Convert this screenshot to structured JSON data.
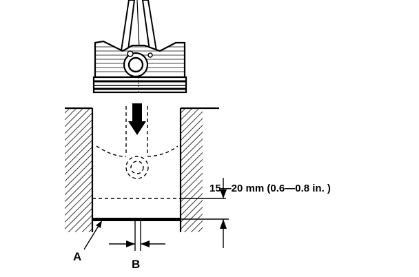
{
  "diagram": {
    "callouts": {
      "a": "A",
      "b": "B"
    },
    "dimension": {
      "text": "15—20 mm (0.6—0.8 in. )"
    }
  },
  "colors": {
    "ink": "#000000",
    "background": "#ffffff"
  }
}
